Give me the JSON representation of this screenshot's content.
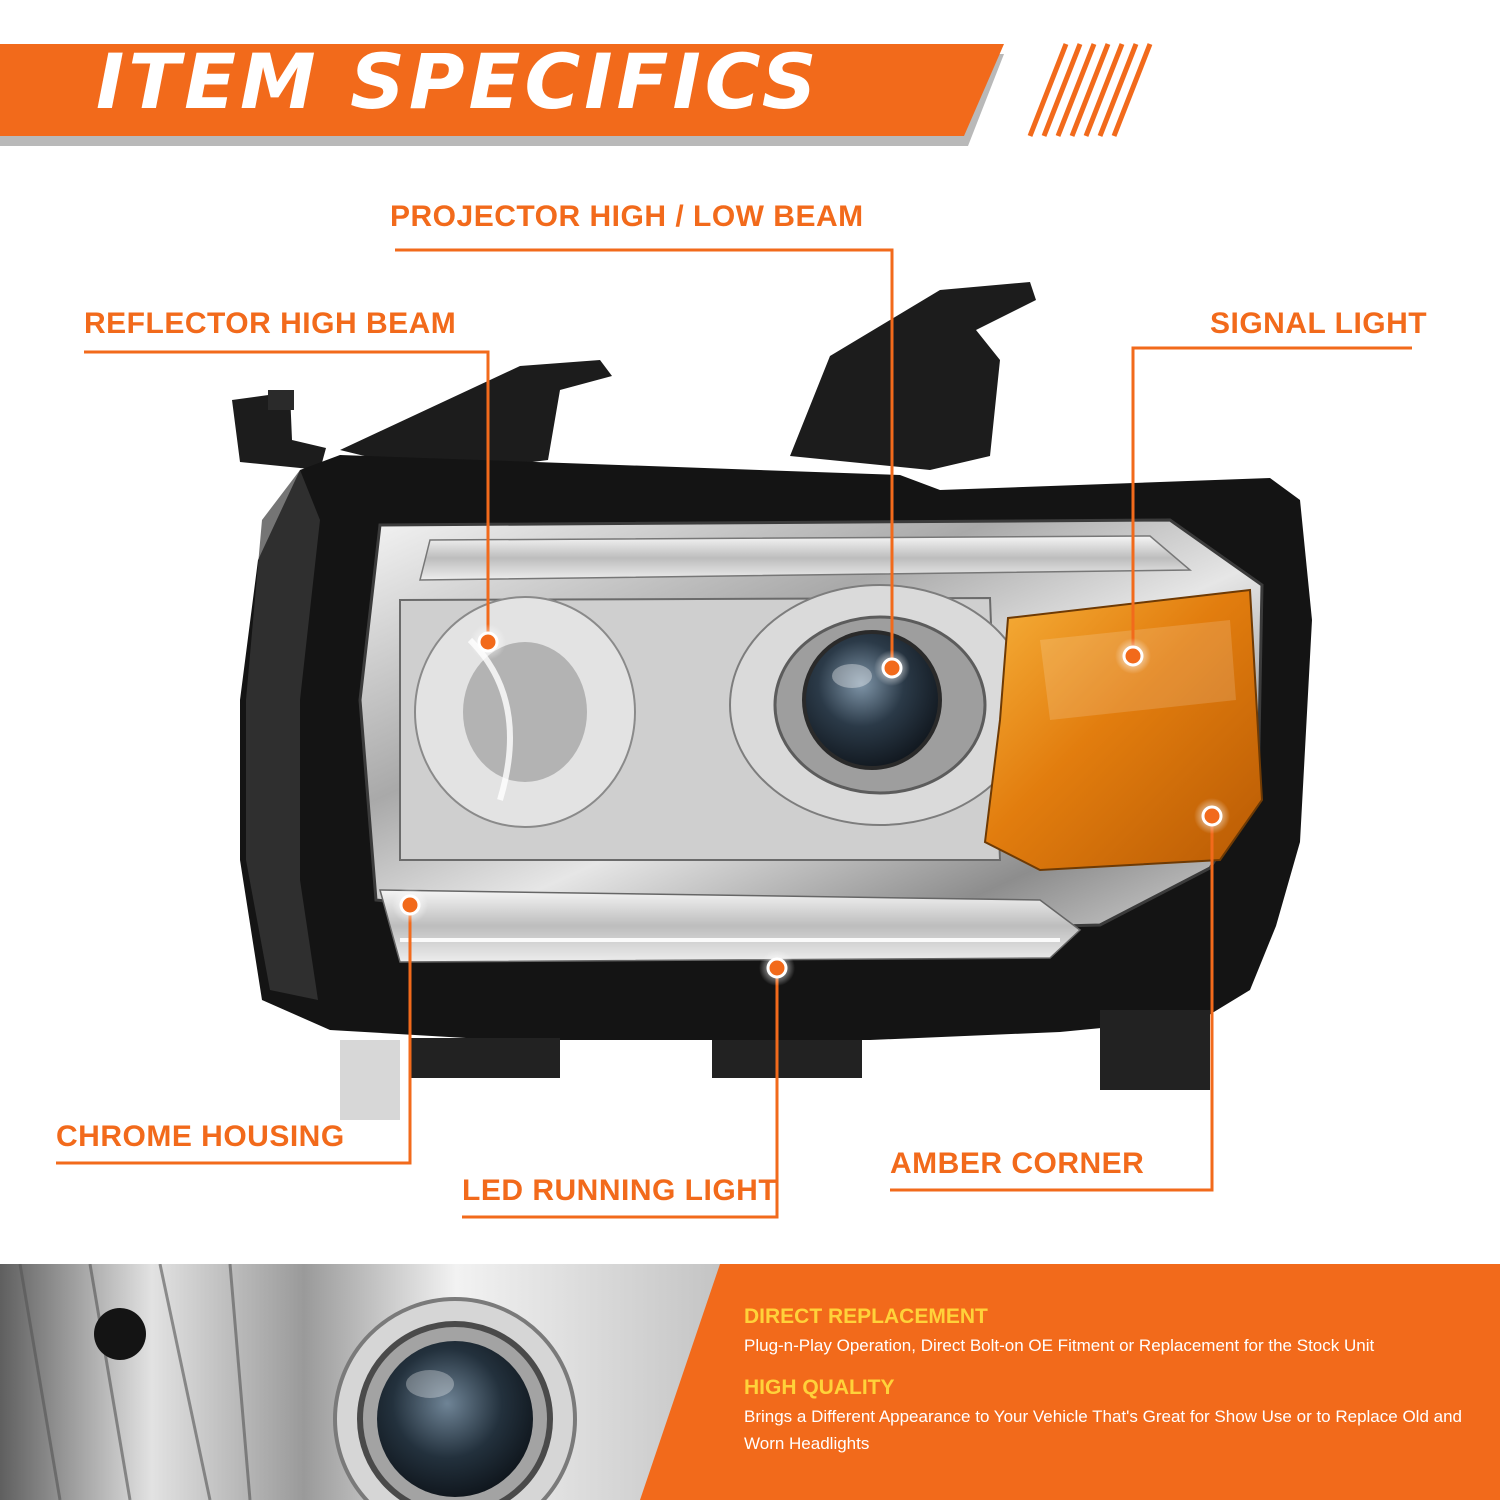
{
  "banner": {
    "title": "ITEM SPECIFICS"
  },
  "callouts": {
    "projector": "PROJECTOR HIGH / LOW BEAM",
    "reflector": "REFLECTOR HIGH BEAM",
    "signal": "SIGNAL LIGHT",
    "chrome": "CHROME HOUSING",
    "led": "LED RUNNING LIGHT",
    "amber": "AMBER CORNER"
  },
  "features": [
    {
      "title": "DIRECT REPLACEMENT",
      "text": "Plug-n-Play Operation, Direct Bolt-on OE Fitment or Replacement for the Stock Unit"
    },
    {
      "title": "HIGH QUALITY",
      "text": "Brings a Different Appearance to Your Vehicle That's Great for Show Use or to Replace Old and Worn Headlights"
    }
  ],
  "colors": {
    "accent": "#f26a1b",
    "feature_title": "#ffd23a",
    "banner_shadow": "#b9b9b9",
    "amber": "#e88a12"
  }
}
